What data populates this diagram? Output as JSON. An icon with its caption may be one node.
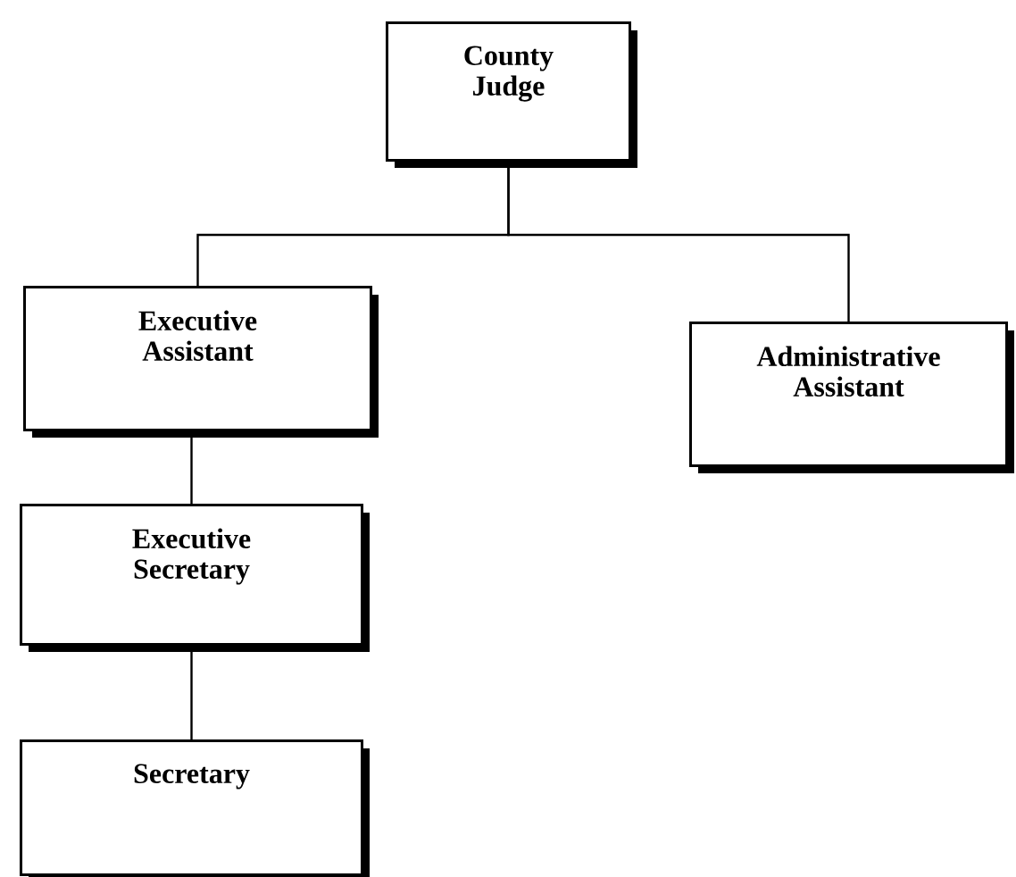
{
  "diagram": {
    "nodes": [
      {
        "text": [
          "County Judge"
        ]
      },
      {
        "text": [
          "Executive Assistant"
        ]
      },
      {
        "text": [
          "Administrative Assistant"
        ]
      },
      {
        "text": [
          "Executive Secretary"
        ]
      },
      {
        "text": [
          "Secretary"
        ]
      }
    ],
    "edges": [
      {
        "from": 0,
        "to": 1,
        "arrow": "none"
      },
      {
        "from": 0,
        "to": 2,
        "arrow": "none"
      },
      {
        "from": 1,
        "to": 3,
        "arrow": "none"
      },
      {
        "from": 3,
        "to": 4,
        "arrow": "none"
      }
    ]
  }
}
